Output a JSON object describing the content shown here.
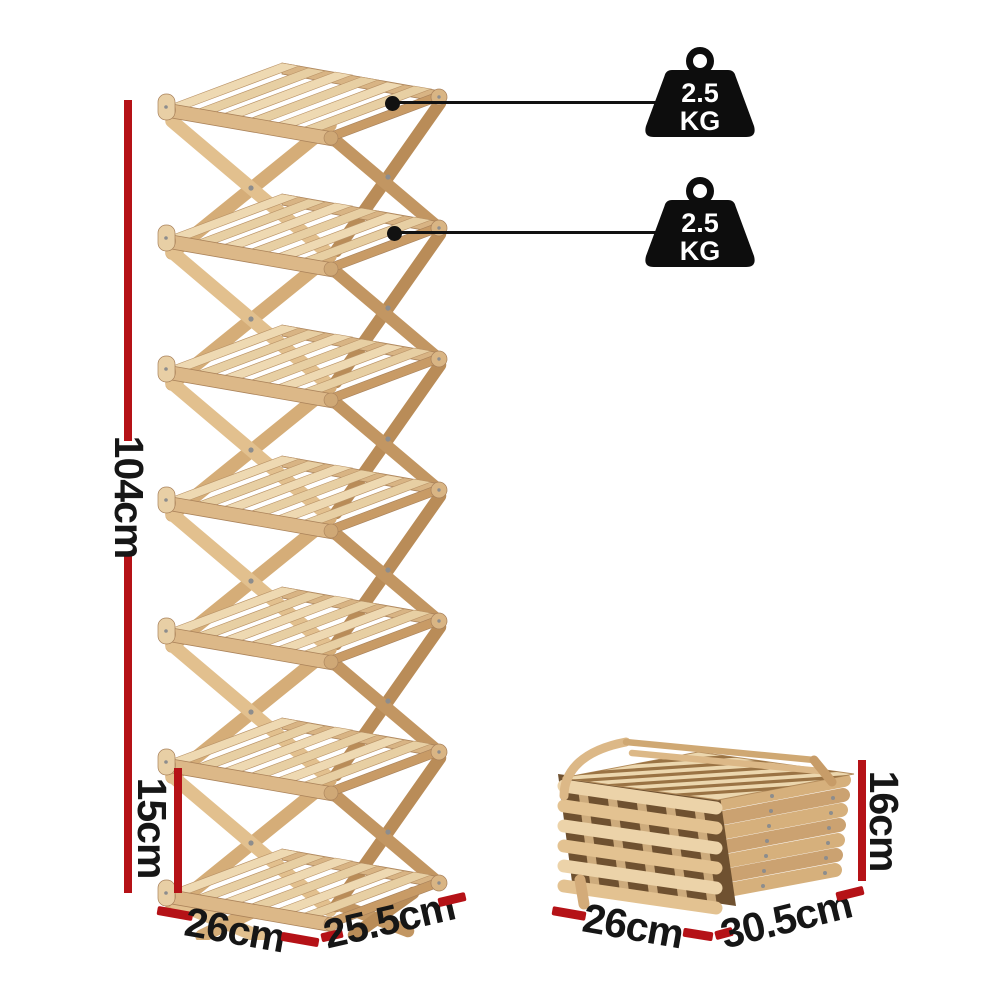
{
  "colors": {
    "accent_red": "#b51217",
    "ink": "#161616",
    "badge_black": "#0d0d0d",
    "wood_light": "#ecd7ae",
    "wood_mid": "#dcb887",
    "wood_dark": "#c89b66"
  },
  "open_rack": {
    "height_label": "104cm",
    "tier_height_label": "15cm",
    "base_depth_label": "26cm",
    "base_width_label": "25.5cm"
  },
  "folded_rack": {
    "height_label": "16cm",
    "base_depth_label": "26cm",
    "base_width_label": "30.5cm"
  },
  "capacity_badges": [
    {
      "value": "2.5",
      "unit": "KG"
    },
    {
      "value": "2.5",
      "unit": "KG"
    }
  ]
}
